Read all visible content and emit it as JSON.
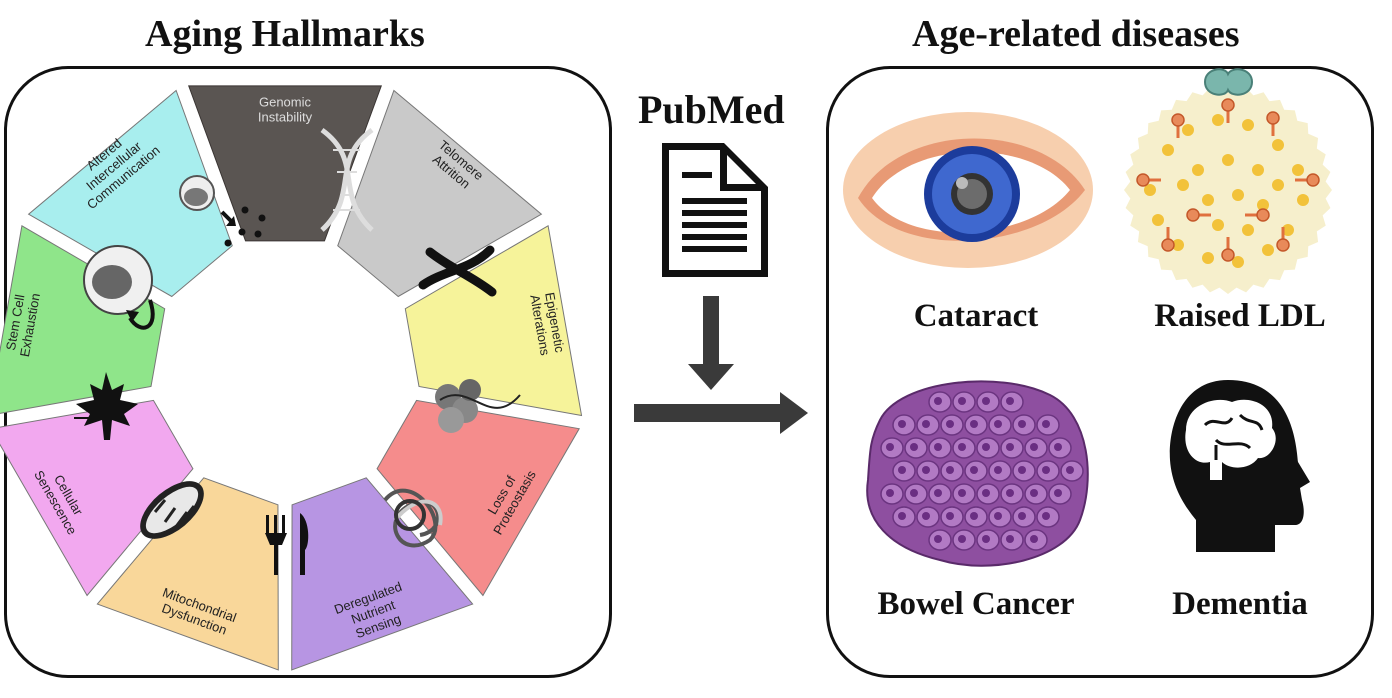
{
  "titles": {
    "left": "Aging Hallmarks",
    "right": "Age-related diseases",
    "center": "PubMed"
  },
  "hallmarks": [
    {
      "id": "genomic",
      "lines": [
        "Genomic",
        "Instability"
      ],
      "color": "#5a5552"
    },
    {
      "id": "telomere",
      "lines": [
        "Telomere",
        "Attrition"
      ],
      "color": "#c9c9c9"
    },
    {
      "id": "epigenetic",
      "lines": [
        "Epigenetic",
        "Alterations"
      ],
      "color": "#f6f39a"
    },
    {
      "id": "proteostasis",
      "lines": [
        "Loss of",
        "Proteostasis"
      ],
      "color": "#f58c8c"
    },
    {
      "id": "nutrient",
      "lines": [
        "Deregulated",
        "Nutrient",
        "Sensing"
      ],
      "color": "#b795e3"
    },
    {
      "id": "mitochondrial",
      "lines": [
        "Mitochondrial",
        "Dysfunction"
      ],
      "color": "#f9d79a"
    },
    {
      "id": "senescence",
      "lines": [
        "Cellular",
        "Senescence"
      ],
      "color": "#f2a8ef"
    },
    {
      "id": "stemcell",
      "lines": [
        "Stem Cell",
        "Exhaustion"
      ],
      "color": "#8fe58a"
    },
    {
      "id": "intercellular",
      "lines": [
        "Altered",
        "Intercellular",
        "Communication"
      ],
      "color": "#a8eeee"
    }
  ],
  "diseases": {
    "cataract": "Cataract",
    "ldl": "Raised LDL",
    "bowel": "Bowel Cancer",
    "dementia": "Dementia"
  },
  "icons": [
    "document-icon",
    "arrow-down-right-icon",
    "eye-icon",
    "lipoprotein-icon",
    "cancer-cells-icon",
    "brain-head-icon"
  ]
}
